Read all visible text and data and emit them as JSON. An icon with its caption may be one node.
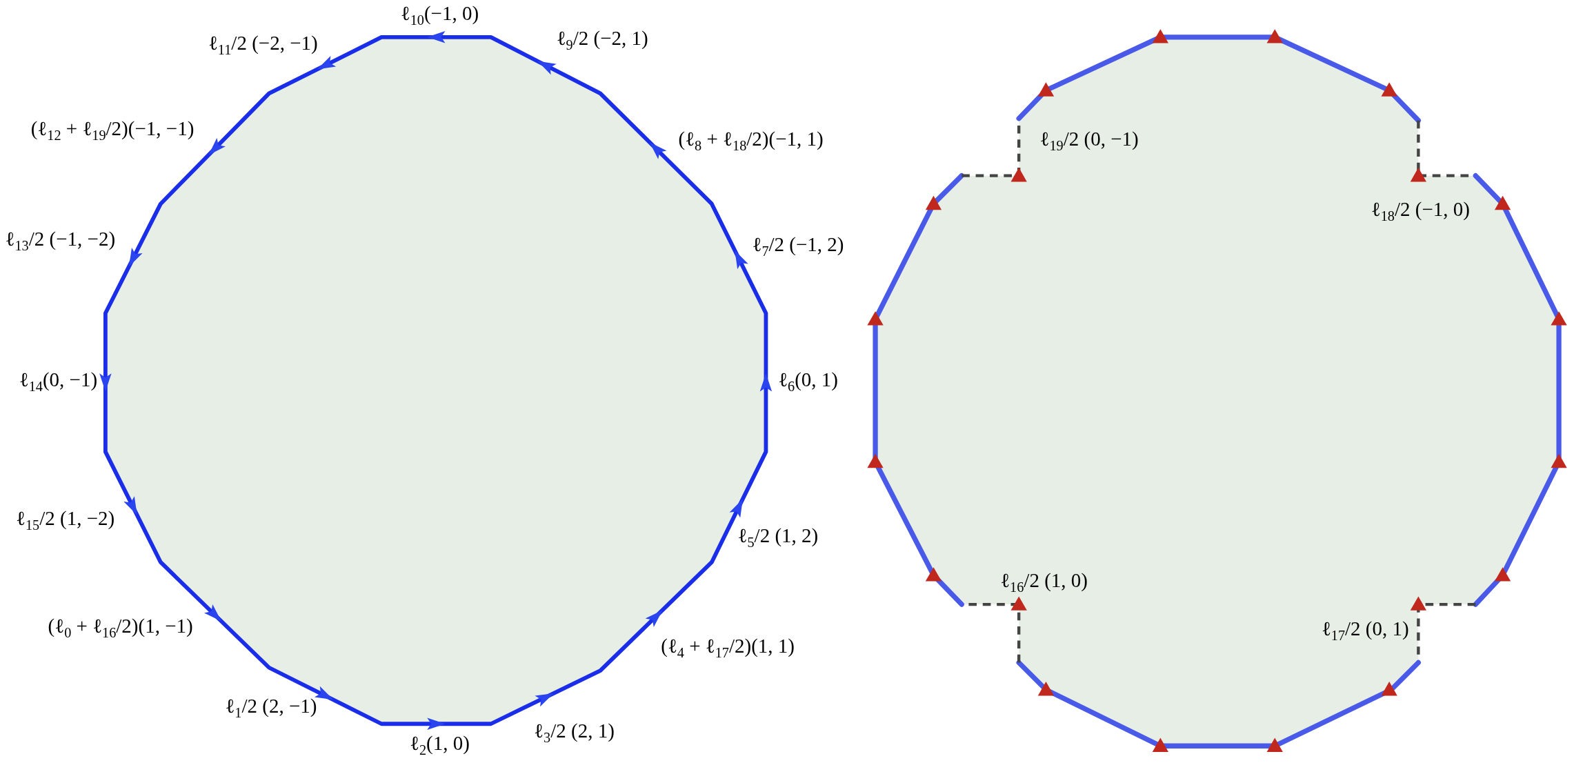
{
  "diagram": {
    "labels": [
      "ℓ$_{10}$(−1, 0)",
      "ℓ$_{11}$/2 (−2, −1)",
      "ℓ$_{9}$/2 (−2, 1)",
      "(ℓ$_{12}$ + ℓ$_{19}$/2)(−1, −1)",
      "(ℓ$_{8}$ + ℓ$_{18}$/2)(−1, 1)",
      "ℓ$_{13}$/2 (−1, −2)",
      "ℓ$_{7}$/2 (−1, 2)",
      "ℓ$_{19}$/2 (0, −1)",
      "ℓ$_{18}$/2 (−1, 0)",
      "ℓ$_{14}$(0, −1)",
      "ℓ$_{6}$(0, 1)",
      "ℓ$_{15}$/2 (1, −2)",
      "ℓ$_{5}$/2 (1, 2)",
      "ℓ$_{16}$/2 (1, 0)",
      "(ℓ$_{0}$ + ℓ$_{16}$/2)(1, −1)",
      "(ℓ$_{4}$ + ℓ$_{17}$/2)(1, 1)",
      "ℓ$_{17}$/2 (0, 1)",
      "ℓ$_{1}$/2 (2, −1)",
      "ℓ$_{3}$/2 (2, 1)",
      "ℓ$_{2}$(1, 0)"
    ]
  }
}
